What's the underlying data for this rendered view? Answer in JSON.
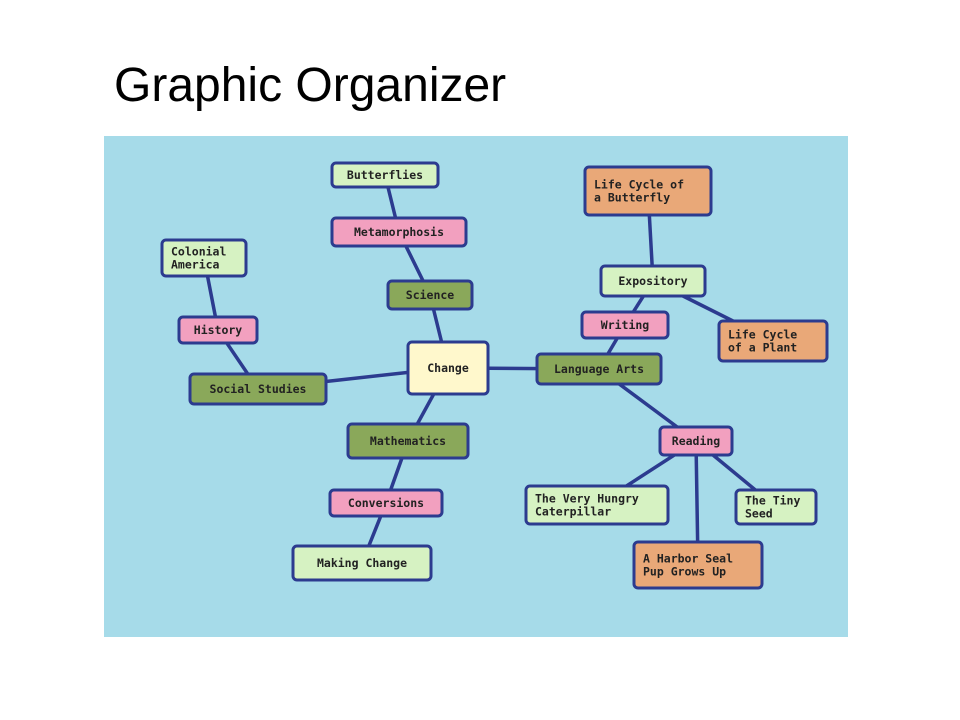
{
  "title": "Graphic Organizer",
  "diagram": {
    "colors": {
      "background": "#a6dbe9",
      "connector": "#2c3b8f",
      "border": "#2c3b8f",
      "center": "#fff8cc",
      "green": "#8aa85a",
      "pink": "#f2a0bf",
      "lightgreen": "#d6f2c2",
      "orange": "#e9a878"
    },
    "nodes": [
      {
        "id": "change",
        "label": [
          "Change"
        ],
        "color": "center"
      },
      {
        "id": "science",
        "label": [
          "Science"
        ],
        "color": "green"
      },
      {
        "id": "metamorphosis",
        "label": [
          "Metamorphosis"
        ],
        "color": "pink"
      },
      {
        "id": "butterflies",
        "label": [
          "Butterflies"
        ],
        "color": "lightgreen"
      },
      {
        "id": "social-studies",
        "label": [
          "Social Studies"
        ],
        "color": "green"
      },
      {
        "id": "history",
        "label": [
          "History"
        ],
        "color": "pink"
      },
      {
        "id": "colonial-america",
        "label": [
          "Colonial",
          "America"
        ],
        "color": "lightgreen"
      },
      {
        "id": "mathematics",
        "label": [
          "Mathematics"
        ],
        "color": "green"
      },
      {
        "id": "conversions",
        "label": [
          "Conversions"
        ],
        "color": "pink"
      },
      {
        "id": "making-change",
        "label": [
          "Making Change"
        ],
        "color": "lightgreen"
      },
      {
        "id": "language-arts",
        "label": [
          "Language Arts"
        ],
        "color": "green"
      },
      {
        "id": "writing",
        "label": [
          "Writing"
        ],
        "color": "pink"
      },
      {
        "id": "expository",
        "label": [
          "Expository"
        ],
        "color": "lightgreen"
      },
      {
        "id": "life-cycle-butterfly",
        "label": [
          "Life Cycle of",
          "a Butterfly"
        ],
        "color": "orange"
      },
      {
        "id": "life-cycle-plant",
        "label": [
          "Life Cycle",
          "of a Plant"
        ],
        "color": "orange"
      },
      {
        "id": "reading",
        "label": [
          "Reading"
        ],
        "color": "pink"
      },
      {
        "id": "very-hungry-caterpillar",
        "label": [
          "The Very Hungry",
          "Caterpillar"
        ],
        "color": "lightgreen"
      },
      {
        "id": "tiny-seed",
        "label": [
          "The Tiny",
          "Seed"
        ],
        "color": "lightgreen"
      },
      {
        "id": "harbor-seal",
        "label": [
          "A Harbor Seal",
          "Pup Grows Up"
        ],
        "color": "orange"
      }
    ],
    "edges": [
      [
        "change",
        "science"
      ],
      [
        "science",
        "metamorphosis"
      ],
      [
        "metamorphosis",
        "butterflies"
      ],
      [
        "change",
        "social-studies"
      ],
      [
        "social-studies",
        "history"
      ],
      [
        "history",
        "colonial-america"
      ],
      [
        "change",
        "mathematics"
      ],
      [
        "mathematics",
        "conversions"
      ],
      [
        "conversions",
        "making-change"
      ],
      [
        "change",
        "language-arts"
      ],
      [
        "language-arts",
        "writing"
      ],
      [
        "writing",
        "expository"
      ],
      [
        "expository",
        "life-cycle-butterfly"
      ],
      [
        "expository",
        "life-cycle-plant"
      ],
      [
        "language-arts",
        "reading"
      ],
      [
        "reading",
        "very-hungry-caterpillar"
      ],
      [
        "reading",
        "tiny-seed"
      ],
      [
        "reading",
        "harbor-seal"
      ]
    ]
  }
}
